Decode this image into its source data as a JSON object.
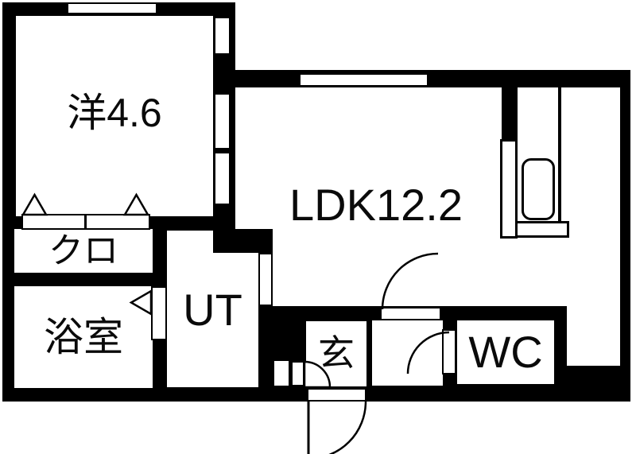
{
  "plan": {
    "type": "apartment-floor-plan",
    "colors": {
      "wall": "#000000",
      "floor": "#ffffff",
      "text": "#0a0a0a"
    },
    "rooms": {
      "western": {
        "label": "洋4.6"
      },
      "ldk": {
        "label": "LDK12.2"
      },
      "closet": {
        "label": "クロ"
      },
      "bath": {
        "label": "浴室"
      },
      "utility": {
        "label": "UT"
      },
      "entrance": {
        "label": "玄"
      },
      "toilet": {
        "label": "WC"
      }
    },
    "fixtures": {
      "kitchen_sink": "kitchen-sink",
      "windows": 3,
      "door_arcs": 4
    }
  }
}
